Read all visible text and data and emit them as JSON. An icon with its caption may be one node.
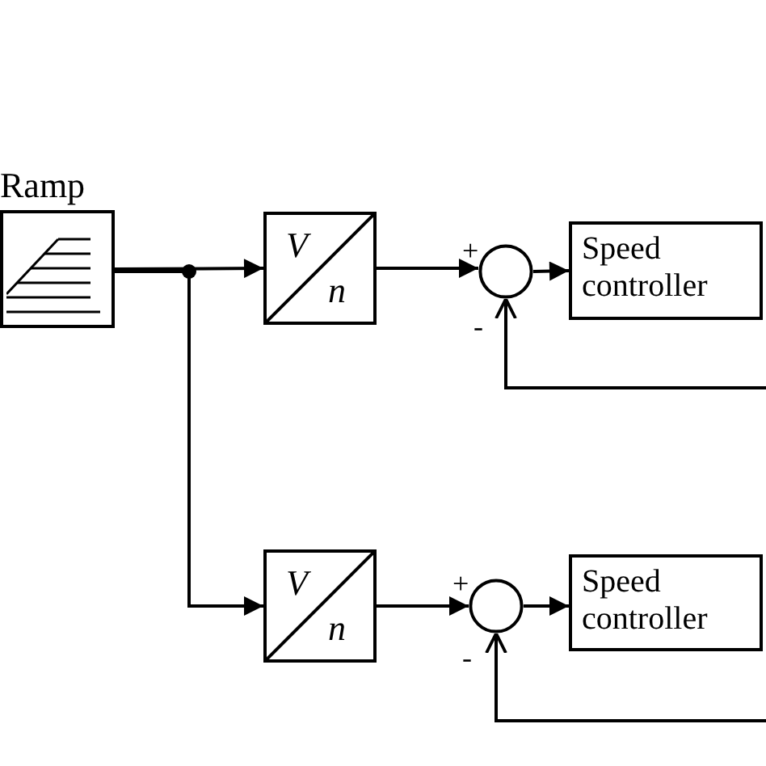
{
  "diagram": {
    "nodes": [
      {
        "text": [
          "Ramp"
        ]
      },
      {
        "text": [
          "V",
          "n"
        ]
      },
      {
        "text": [],
        "shape": "circle"
      },
      {
        "text": [
          "Speed controller"
        ]
      },
      {
        "text": [
          "V",
          "n"
        ]
      },
      {
        "text": [],
        "shape": "circle"
      },
      {
        "text": [
          "Speed controller"
        ]
      }
    ],
    "edges": [
      {
        "from": 0,
        "to": 1,
        "arrow": "to"
      },
      {
        "from": 0,
        "to": 4,
        "arrow": "to"
      },
      {
        "from": 1,
        "to": 2,
        "arrow": "to"
      },
      {
        "from": 2,
        "to": 3,
        "arrow": "to"
      },
      {
        "from": null,
        "to": 2,
        "arrow": "to"
      },
      {
        "from": 4,
        "to": 5,
        "arrow": "to"
      },
      {
        "from": 5,
        "to": 6,
        "arrow": "to"
      },
      {
        "from": null,
        "to": 5,
        "arrow": "to"
      }
    ],
    "labels": [
      "+",
      "-",
      "+",
      "-"
    ]
  }
}
